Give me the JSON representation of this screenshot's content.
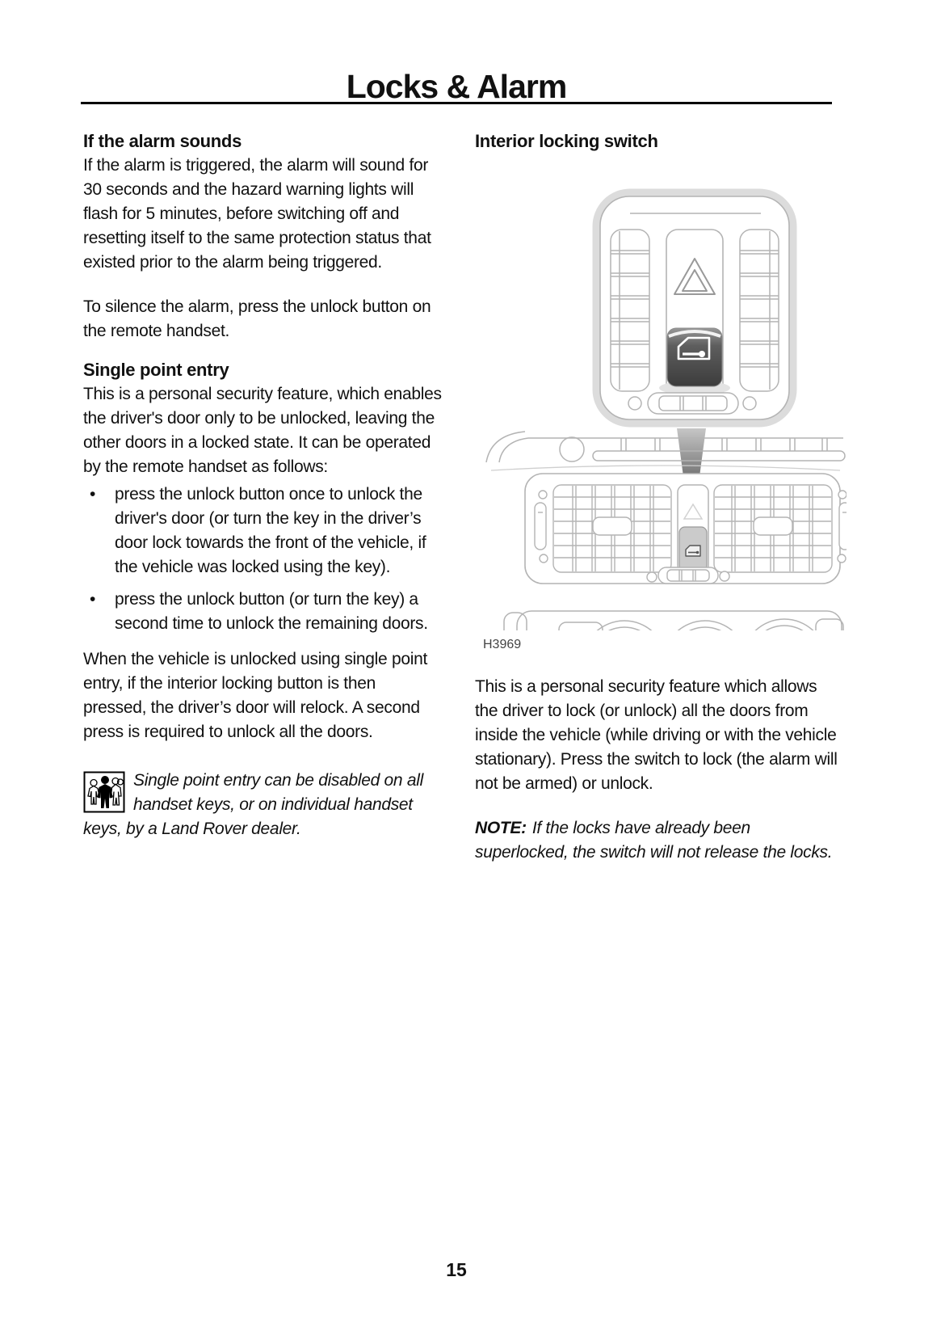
{
  "page": {
    "title": "Locks & Alarm",
    "page_number": "15"
  },
  "left_column": {
    "alarm": {
      "heading": "If the alarm sounds",
      "para1": "If the alarm is triggered, the alarm will sound for 30 seconds and the hazard warning lights will flash for 5 minutes, before switching off and resetting itself to the same protection status that existed prior to the alarm being triggered.",
      "para2": "To silence the alarm, press the unlock button on the remote handset."
    },
    "spe": {
      "heading": "Single point entry",
      "intro": "This is a personal security feature, which enables the driver's door only to be unlocked, leaving the other doors in a locked state. It can be operated by the remote handset as follows:",
      "bullet_char": "•",
      "bullets": [
        "press the unlock button once to unlock the driver's door (or turn the key in the driver’s door lock towards the front of the vehicle, if the vehicle was locked using the key).",
        "press the unlock button (or turn the key) a second time to unlock the remaining doors."
      ],
      "para": "When the vehicle is unlocked using single point entry, if the interior locking button is then pressed, the driver’s door will relock. A second press is required to unlock all the doors.",
      "note": "Single point entry can be disabled on all handset keys, or on individual handset keys, by a Land Rover dealer."
    }
  },
  "right_column": {
    "heading": "Interior locking switch",
    "figure_label": "H3969",
    "para": "This is a personal security feature which allows the driver to lock (or unlock) all the doors from inside the vehicle (while driving or with the vehicle stationary). Press the switch to lock (the alarm will not be armed) or unlock.",
    "note_label": "NOTE:",
    "note_text": "If the locks have already been superlocked, the switch will not release the locks."
  },
  "colors": {
    "line_art": "#b4b4b4",
    "button_dark": "#424242",
    "text": "#111111"
  }
}
